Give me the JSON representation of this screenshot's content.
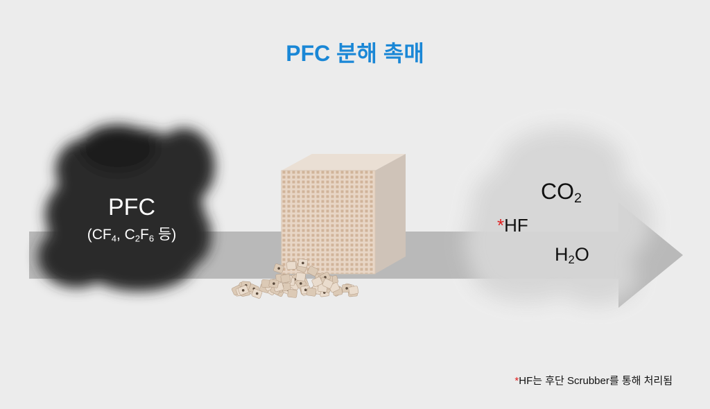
{
  "title": "PFC 분해 촉매",
  "input": {
    "name": "PFC",
    "detail_open": "(CF",
    "detail_sub1": "4",
    "detail_mid": ", C",
    "detail_sub2": "2",
    "detail_mid2": "F",
    "detail_sub3": "6",
    "detail_close": " 등)"
  },
  "outputs": {
    "co2_base": "CO",
    "co2_sub": "2",
    "hf_star": "*",
    "hf": "HF",
    "h2o_h": "H",
    "h2o_sub": "2",
    "h2o_o": "O"
  },
  "footnote": {
    "star": "*",
    "text": "HF는 후단 Scrubber를 통해 처리됨"
  },
  "colors": {
    "title": "#1a87d6",
    "arrow": "#b9b9b9",
    "star": "#e02020",
    "smoke_dark": "#2a2a2a",
    "catalyst": "#e3d3c2"
  }
}
